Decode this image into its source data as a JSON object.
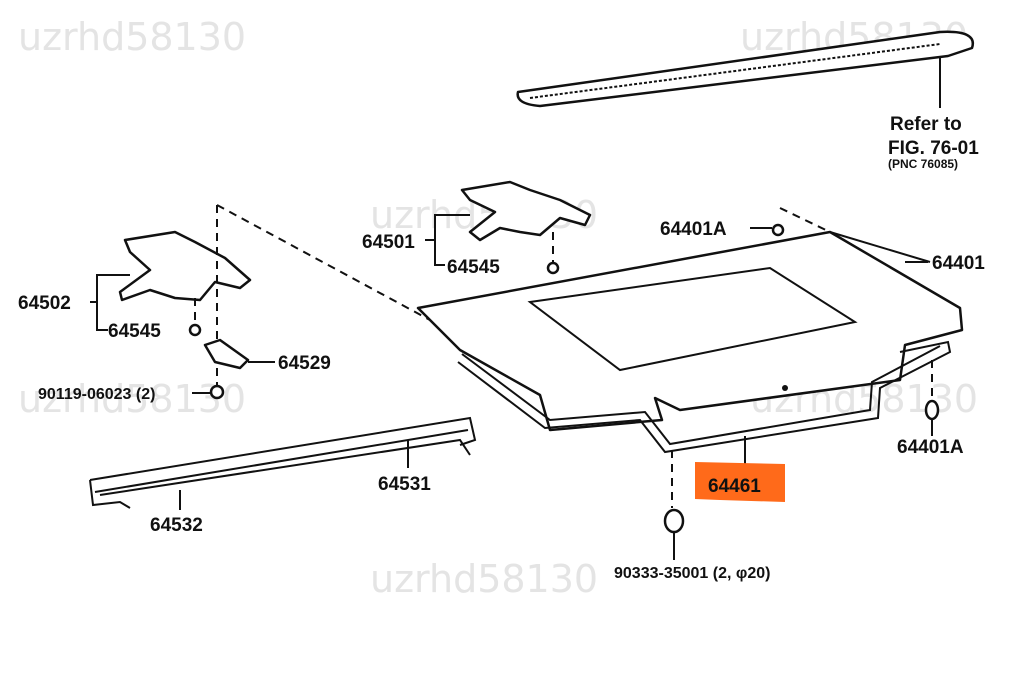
{
  "watermark": "uzrhd58130",
  "highlight_color": "#ff6a1a",
  "labels": {
    "hinge_rh": "64501",
    "bush_upper": "64545",
    "bumper_stop_upper": "64401A",
    "trunk_lid": "64401",
    "refer_line1": "Refer to",
    "refer_line2": "FIG. 76-01",
    "refer_line3": "(PNC 76085)",
    "hinge_lh": "64502",
    "bush_lower": "64545",
    "hinge_bracket": "64529",
    "bolt": "90119-06023 (2)",
    "bumper_stop_right": "64401A",
    "weatherstrip": "64461",
    "torsion_bar_rh": "64531",
    "torsion_bar_lh": "64532",
    "plug": "90333-35001 (2, φ20)"
  }
}
